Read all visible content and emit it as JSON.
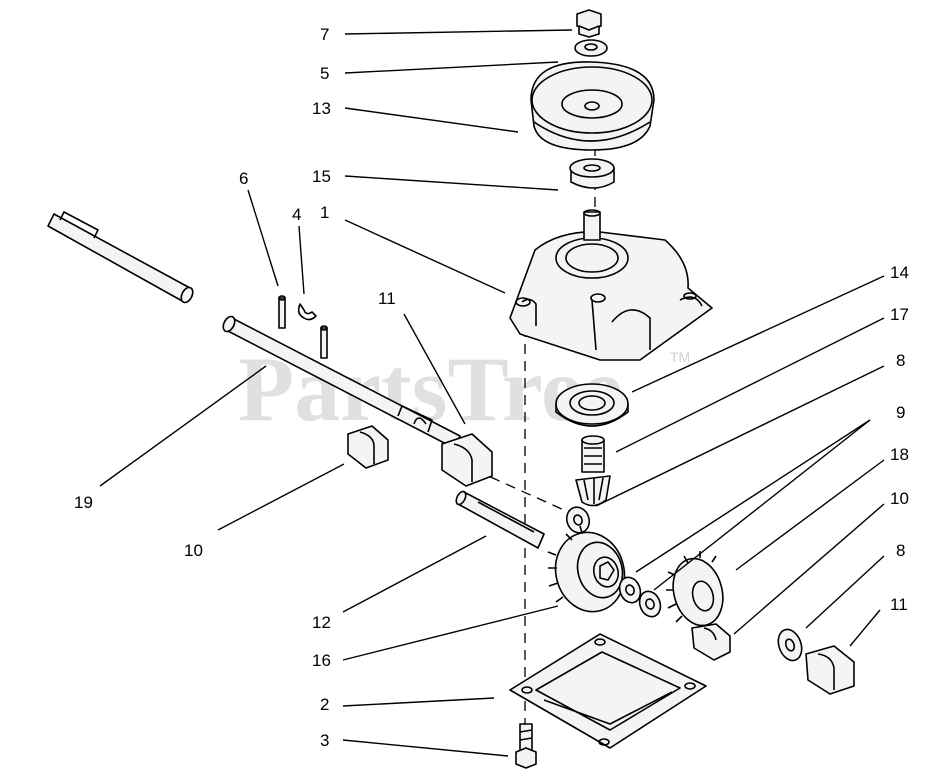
{
  "watermark": {
    "text": "PartsTree",
    "mark": "TM"
  },
  "callouts": [
    {
      "id": "c7",
      "label": "7"
    },
    {
      "id": "c5",
      "label": "5"
    },
    {
      "id": "c13",
      "label": "13"
    },
    {
      "id": "c15",
      "label": "15"
    },
    {
      "id": "c6",
      "label": "6"
    },
    {
      "id": "c4",
      "label": "4"
    },
    {
      "id": "c1",
      "label": "1"
    },
    {
      "id": "c14",
      "label": "14"
    },
    {
      "id": "c11a",
      "label": "11"
    },
    {
      "id": "c17",
      "label": "17"
    },
    {
      "id": "c8a",
      "label": "8"
    },
    {
      "id": "c9",
      "label": "9"
    },
    {
      "id": "c19",
      "label": "19"
    },
    {
      "id": "c18",
      "label": "18"
    },
    {
      "id": "c10a",
      "label": "10"
    },
    {
      "id": "c10b",
      "label": "10"
    },
    {
      "id": "c8b",
      "label": "8"
    },
    {
      "id": "c12",
      "label": "12"
    },
    {
      "id": "c11b",
      "label": "11"
    },
    {
      "id": "c16",
      "label": "16"
    },
    {
      "id": "c2",
      "label": "2"
    },
    {
      "id": "c3",
      "label": "3"
    }
  ]
}
